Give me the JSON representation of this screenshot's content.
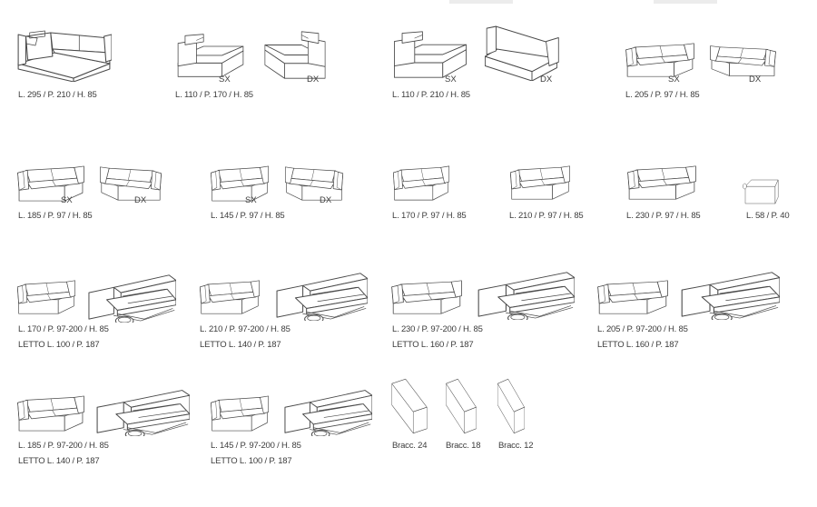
{
  "items": [
    {
      "kind": "corner",
      "side": "",
      "dims": "L. 295 / P. 210 / H. 85",
      "bed": ""
    },
    {
      "kind": "chaise",
      "side": "SX",
      "dims": "L. 110 / P. 170 / H. 85",
      "bed": ""
    },
    {
      "kind": "chaise",
      "side": "DX",
      "dims": "",
      "bed": ""
    },
    {
      "kind": "chaise",
      "side": "SX",
      "dims": "L. 110 / P. 210 / H. 85",
      "bed": ""
    },
    {
      "kind": "longchaise",
      "side": "DX",
      "dims": "",
      "bed": ""
    },
    {
      "kind": "sofa",
      "side": "SX",
      "dims": "L. 205 / P. 97 / H. 85",
      "bed": ""
    },
    {
      "kind": "sofa",
      "side": "DX",
      "dims": "",
      "bed": ""
    },
    {
      "kind": "sofa",
      "side": "SX",
      "dims": "L. 185 / P. 97 / H. 85",
      "bed": ""
    },
    {
      "kind": "sofa",
      "side": "DX",
      "dims": "",
      "bed": ""
    },
    {
      "kind": "sofa",
      "side": "SX",
      "dims": "L. 145 / P. 97 / H. 85",
      "bed": ""
    },
    {
      "kind": "sofa",
      "side": "DX",
      "dims": "",
      "bed": ""
    },
    {
      "kind": "sofa",
      "side": "",
      "dims": "L. 170 / P. 97 / H. 85",
      "bed": ""
    },
    {
      "kind": "sofa",
      "side": "",
      "dims": "L. 210 / P. 97 / H. 85",
      "bed": ""
    },
    {
      "kind": "sofa",
      "side": "",
      "dims": "L. 230 / P. 97 / H. 85",
      "bed": ""
    },
    {
      "kind": "pouf",
      "side": "",
      "dims": "L. 58 / P. 40",
      "bed": ""
    },
    {
      "kind": "sofa",
      "side": "",
      "dims": "L. 170 / P. 97-200 / H. 85",
      "bed": "LETTO L. 100 / P. 187"
    },
    {
      "kind": "bed",
      "side": "",
      "dims": "",
      "bed": ""
    },
    {
      "kind": "sofa",
      "side": "",
      "dims": "L. 210 / P. 97-200 / H. 85",
      "bed": "LETTO L. 140 / P. 187"
    },
    {
      "kind": "bed",
      "side": "",
      "dims": "",
      "bed": ""
    },
    {
      "kind": "sofa",
      "side": "",
      "dims": "L. 230 / P. 97-200 / H. 85",
      "bed": "LETTO L. 160 / P. 187"
    },
    {
      "kind": "bed",
      "side": "",
      "dims": "",
      "bed": ""
    },
    {
      "kind": "sofa",
      "side": "",
      "dims": "L. 205 / P. 97-200 / H. 85",
      "bed": "LETTO L. 160 / P. 187"
    },
    {
      "kind": "bed",
      "side": "",
      "dims": "",
      "bed": ""
    },
    {
      "kind": "sofa",
      "side": "",
      "dims": "L. 185 / P. 97-200 / H. 85",
      "bed": "LETTO L. 140 / P. 187"
    },
    {
      "kind": "bed",
      "side": "",
      "dims": "",
      "bed": ""
    },
    {
      "kind": "sofa",
      "side": "",
      "dims": "L. 145 / P. 97-200 / H. 85",
      "bed": "LETTO L. 100 / P. 187"
    },
    {
      "kind": "bed",
      "side": "",
      "dims": "",
      "bed": ""
    },
    {
      "kind": "arm",
      "side": "",
      "dims": "Bracc. 24",
      "bed": ""
    },
    {
      "kind": "arm",
      "side": "",
      "dims": "Bracc. 18",
      "bed": ""
    },
    {
      "kind": "arm",
      "side": "",
      "dims": "Bracc. 12",
      "bed": ""
    }
  ]
}
